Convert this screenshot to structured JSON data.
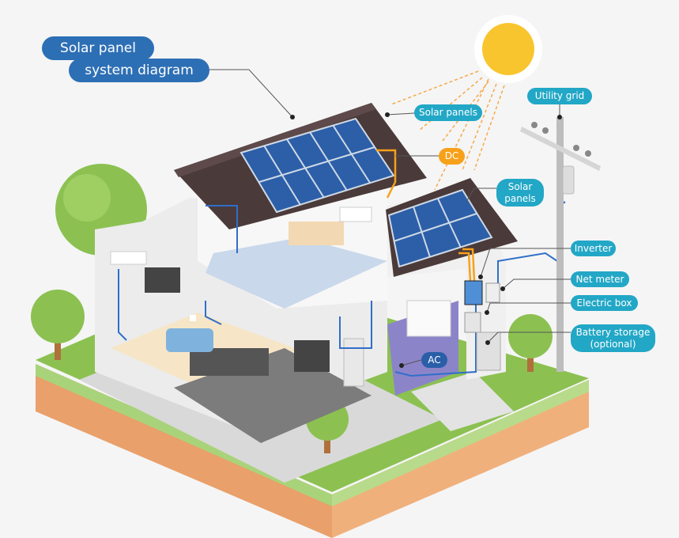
{
  "title": {
    "line1": "Solar panel",
    "line2": "system diagram"
  },
  "labels": {
    "solar_panels_main": "Solar panels",
    "dc": "DC",
    "solar_panels_secondary_line1": "Solar",
    "solar_panels_secondary_line2": "panels",
    "utility_grid": "Utility grid",
    "inverter": "Inverter",
    "net_meter": "Net meter",
    "electric_box": "Electric box",
    "battery_storage_line1": "Battery storage",
    "battery_storage_line2": "(optional)",
    "ac": "AC"
  },
  "colors": {
    "label": "#22a7c6",
    "title": "#2d6fb5",
    "dc": "#f7a11a",
    "ac": "#2a5fa8",
    "dc_wire": "#f7a11a",
    "ac_wire": "#2f6fc9",
    "panel": "#2c5fa8",
    "roof": "#4b3a3a",
    "grass": "#8cc152",
    "soil": "#e9a06a"
  }
}
